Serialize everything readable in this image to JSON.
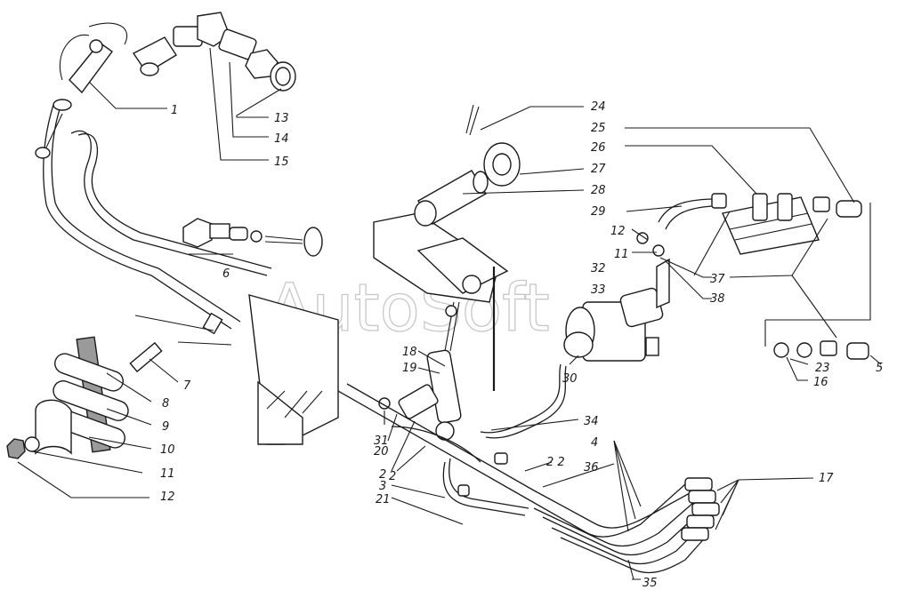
{
  "watermark": "AutoSoft",
  "callouts": {
    "c1": "1",
    "c2a": "2",
    "c2b": "2",
    "c2c": "2 2",
    "c3": "3",
    "c4": "4",
    "c5": "5",
    "c6": "6",
    "c7": "7",
    "c8": "8",
    "c9": "9",
    "c10": "10",
    "c11a": "11",
    "c11b": "11",
    "c12a": "12",
    "c12b": "12",
    "c13": "13",
    "c14": "14",
    "c15": "15",
    "c16": "16",
    "c17": "17",
    "c18": "18",
    "c19": "19",
    "c20": "20",
    "c21": "21",
    "c23": "23",
    "c24": "24",
    "c25": "25",
    "c26": "26",
    "c27": "27",
    "c28": "28",
    "c29": "29",
    "c30": "30",
    "c31": "31",
    "c32": "32",
    "c33": "33",
    "c34": "34",
    "c35": "35",
    "c36": "36",
    "c37": "37",
    "c38": "38"
  }
}
